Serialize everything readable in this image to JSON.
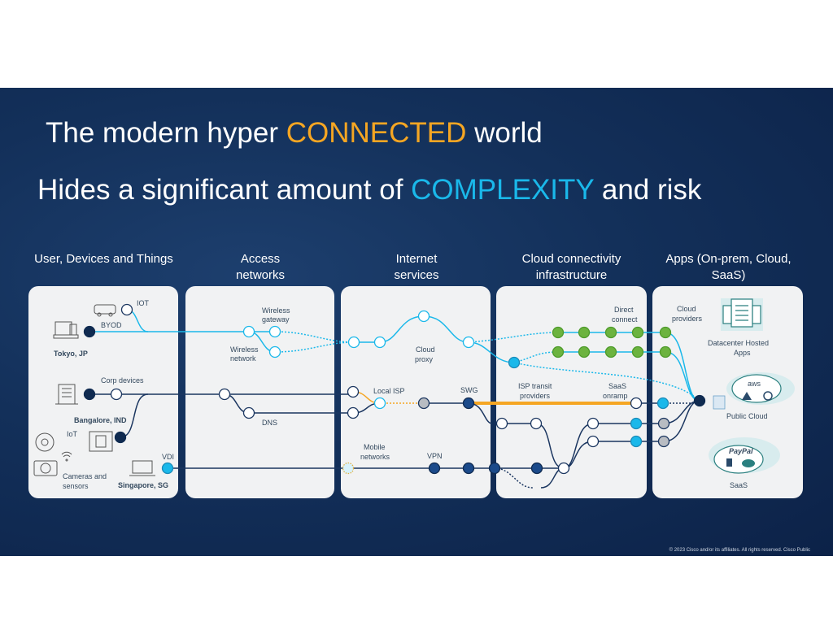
{
  "title": {
    "prefix": "The modern hyper ",
    "highlight": "CONNECTED",
    "suffix": " world"
  },
  "subtitle": {
    "prefix": "Hides a significant amount of ",
    "highlight": "COMPLEXITY",
    "suffix": " and risk"
  },
  "columns": [
    {
      "label": "User, Devices and Things"
    },
    {
      "label": "Access networks"
    },
    {
      "label": "Internet services"
    },
    {
      "label": "Cloud connectivity infrastructure"
    },
    {
      "label": "Apps (On-prem, Cloud, SaaS)"
    }
  ],
  "labels": {
    "iot_top": "IOT",
    "byod": "BYOD",
    "tokyo": "Tokyo, JP",
    "corp_devices": "Corp devices",
    "bangalore": "Bangalore, IND",
    "iot": "IoT",
    "cameras": "Cameras and",
    "sensors": "sensors",
    "vdi": "VDI",
    "singapore": "Singapore, SG",
    "wireless_gateway_1": "Wireless",
    "wireless_gateway_2": "gateway",
    "wireless_network_1": "Wireless",
    "wireless_network_2": "network",
    "dns": "DNS",
    "cloud_proxy_1": "Cloud",
    "cloud_proxy_2": "proxy",
    "local_isp": "Local ISP",
    "swg": "SWG",
    "mobile_1": "Mobile",
    "mobile_2": "networks",
    "vpn": "VPN",
    "direct_1": "Direct",
    "direct_2": "connect",
    "isp_transit_1": "ISP transit",
    "isp_transit_2": "providers",
    "saas_onramp_1": "SaaS",
    "saas_onramp_2": "onramp",
    "cloud_providers_1": "Cloud",
    "cloud_providers_2": "providers",
    "datacenter_1": "Datacenter Hosted",
    "datacenter_2": "Apps",
    "public_cloud": "Public Cloud",
    "saas": "SaaS",
    "aws": "aws",
    "paypal": "PayPal"
  },
  "footer": "© 2023  Cisco and/or its affiliates. All rights reserved.   Cisco Public",
  "colors": {
    "navy": "#0f2a50",
    "accent_orange": "#f5a623",
    "accent_cyan": "#1ab8ea",
    "green": "#6cb33f",
    "dark_node": "#1b3660"
  }
}
